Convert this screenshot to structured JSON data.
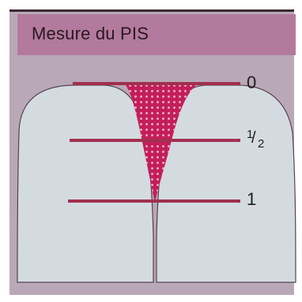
{
  "title": "Mesure du PIS",
  "levels": {
    "zero": "0",
    "half_numerator": "1",
    "half_denominator": "2",
    "one": "1"
  },
  "colors": {
    "frame_background": "#b9a8b8",
    "header_band": "#b27a9c",
    "teeth": "#d3dbe0",
    "tooth_outline": "#58424e",
    "interproximal_papilla": "#c41e5a",
    "measure_lines": "#a1304f"
  }
}
